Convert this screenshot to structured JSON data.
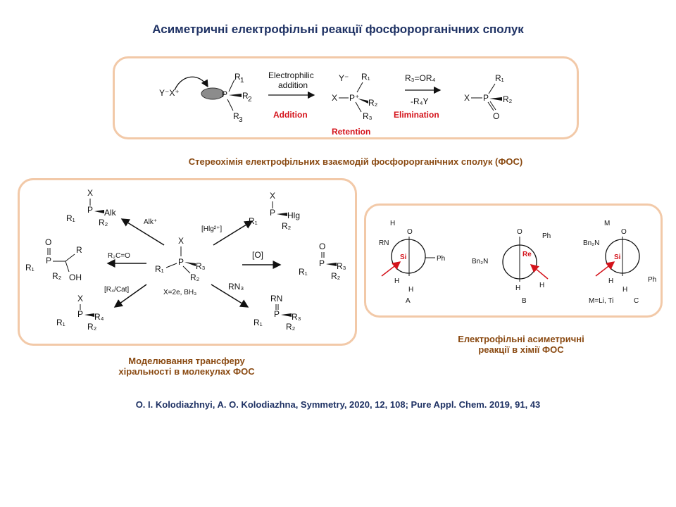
{
  "title": "Асиметричні електрофільні реакції фосфорорганічних сполук",
  "top_scheme": {
    "reagent": "Y⁻X⁺",
    "step1_label_line1": "Electrophilic",
    "step1_label_line2": "addition",
    "step1_red": "Addition",
    "retention": "Retention",
    "step2_top": "R₃=OR₄",
    "step2_bottom": "-R₄Y",
    "step2_red": "Elimination"
  },
  "caption_stereo": "Стереохімія електрофільних взаємодій фосфорорганічних сполук (ФОС)",
  "left_scheme": {
    "center_note": "X=2e, BH₃",
    "alk_reagent": "Alk⁺",
    "hlg_reagent": "[Hlg²⁺]",
    "r2co_reagent": "R₂C=O",
    "ox_reagent": "[O]",
    "cat_reagent": "[R₄/Cat]",
    "rn3_reagent": "RN₃"
  },
  "caption_model_line1": "Моделювання трансферу",
  "caption_model_line2": "хіральності в молекулах ФОС",
  "right_scheme": {
    "a_label": "A",
    "b_label": "B",
    "c_label": "C",
    "c_note": "M=Li, Ti",
    "si": "Si",
    "re": "Re"
  },
  "caption_asym_line1": "Електрофільні асиметричні",
  "caption_asym_line2": "реакції в хімії ФОС",
  "reference": "O. I. Kolodiazhnyi, A. O. Kolodiazhna, Symmetry, 2020, 12, 108;  Pure Appl. Chem. 2019, 91, 43"
}
